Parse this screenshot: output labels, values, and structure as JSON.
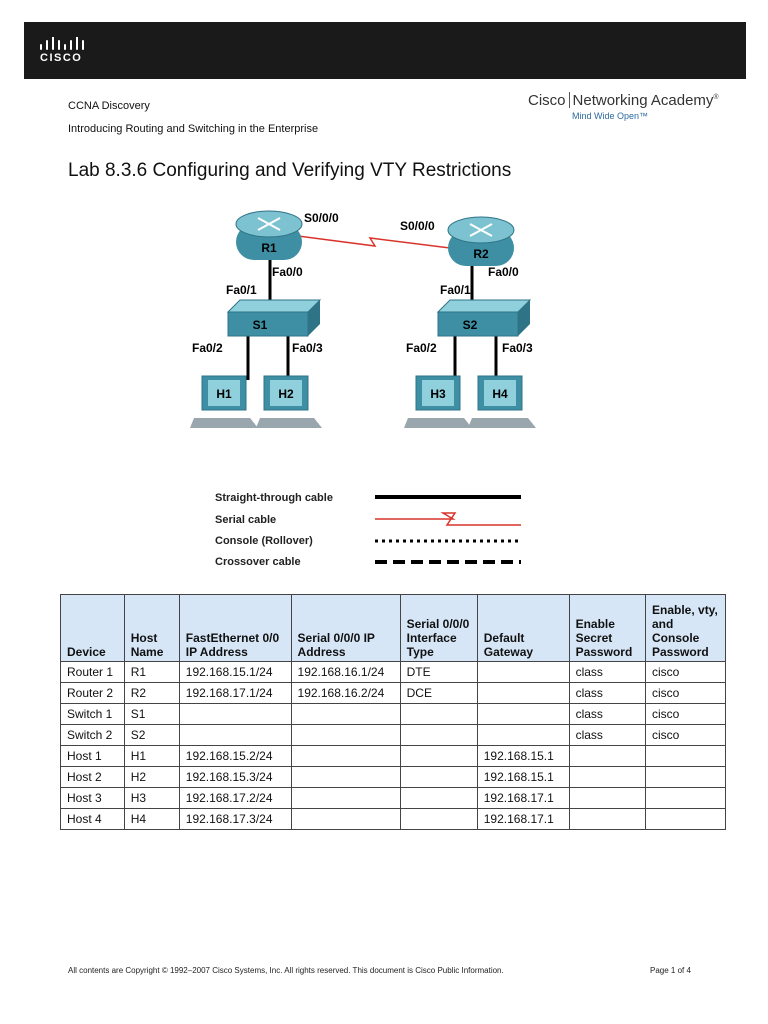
{
  "header": {
    "brand": "CISCO",
    "course": "CCNA Discovery",
    "subtitle": "Introducing Routing and Switching in the Enterprise",
    "academy": {
      "name_left": "Cisco",
      "name_right": "Networking Academy",
      "mark": "®",
      "tagline": "Mind Wide Open™"
    }
  },
  "title": "Lab 8.3.6 Configuring and Verifying VTY Restrictions",
  "topology": {
    "routers": [
      "R1",
      "R2"
    ],
    "switches": [
      "S1",
      "S2"
    ],
    "hosts": [
      "H1",
      "H2",
      "H3",
      "H4"
    ],
    "interfaces": {
      "r1_serial": "S0/0/0",
      "r2_serial": "S0/0/0",
      "r1_fa": "Fa0/0",
      "r2_fa": "Fa0/0",
      "s1_up": "Fa0/1",
      "s2_up": "Fa0/1",
      "s1_p2": "Fa0/2",
      "s1_p3": "Fa0/3",
      "s2_p2": "Fa0/2",
      "s2_p3": "Fa0/3"
    }
  },
  "legend": [
    "Straight-through cable",
    "Serial cable",
    "Console (Rollover)",
    "Crossover cable"
  ],
  "table": {
    "headers": [
      "Device",
      "Host Name",
      "FastEthernet 0/0 IP Address",
      "Serial 0/0/0 IP Address",
      "Serial 0/0/0 Interface Type",
      "Default Gateway",
      "Enable Secret Password",
      "Enable, vty, and Console Password"
    ],
    "rows": [
      [
        "Router 1",
        "R1",
        "192.168.15.1/24",
        "192.168.16.1/24",
        "DTE",
        "",
        "class",
        "cisco"
      ],
      [
        "Router 2",
        "R2",
        "192.168.17.1/24",
        "192.168.16.2/24",
        "DCE",
        "",
        "class",
        "cisco"
      ],
      [
        "Switch 1",
        "S1",
        "",
        "",
        "",
        "",
        "class",
        "cisco"
      ],
      [
        "Switch 2",
        "S2",
        "",
        "",
        "",
        "",
        "class",
        "cisco"
      ],
      [
        "Host 1",
        "H1",
        "192.168.15.2/24",
        "",
        "",
        "192.168.15.1",
        "",
        ""
      ],
      [
        "Host 2",
        "H2",
        "192.168.15.3/24",
        "",
        "",
        "192.168.15.1",
        "",
        ""
      ],
      [
        "Host 3",
        "H3",
        "192.168.17.2/24",
        "",
        "",
        "192.168.17.1",
        "",
        ""
      ],
      [
        "Host 4",
        "H4",
        "192.168.17.3/24",
        "",
        "",
        "192.168.17.1",
        "",
        ""
      ]
    ]
  },
  "footer": {
    "copyright": "All contents are Copyright © 1992–2007 Cisco Systems, Inc. All rights reserved. This document is Cisco Public Information.",
    "page": "Page 1 of 4"
  },
  "colors": {
    "bar": "#1a1a1a",
    "table_header": "#d6e6f7",
    "serial_cable": "#d9342b",
    "device": "#4d9db0",
    "tagline": "#2c6aa0"
  }
}
